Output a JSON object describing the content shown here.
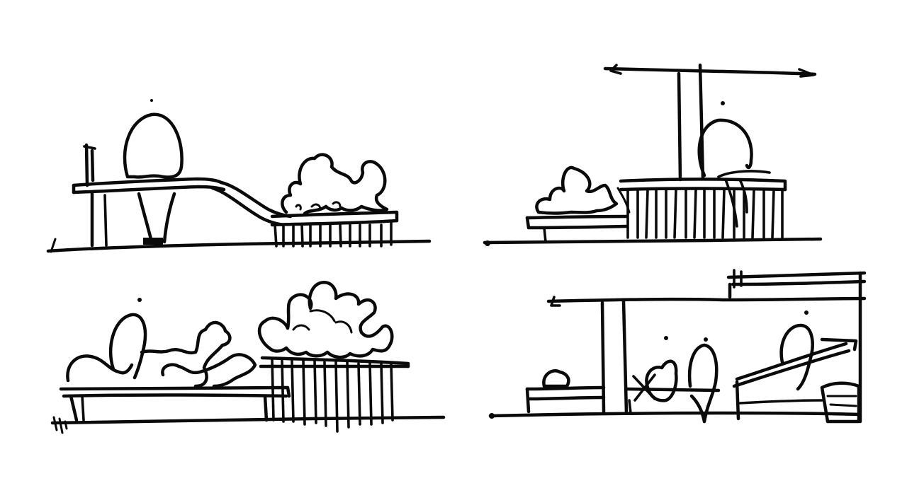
{
  "palette": {
    "ink": "#0a0a0a",
    "paper": "#ffffff"
  },
  "panels": [
    {
      "id": "panel-top-left",
      "subject": "section-sketch-ramped-deck"
    },
    {
      "id": "panel-top-right",
      "subject": "section-sketch-planter-and-canopy"
    },
    {
      "id": "panel-bottom-left",
      "subject": "section-sketch-planting-and-screen"
    },
    {
      "id": "panel-bottom-right",
      "subject": "section-sketch-covered-seating"
    }
  ]
}
